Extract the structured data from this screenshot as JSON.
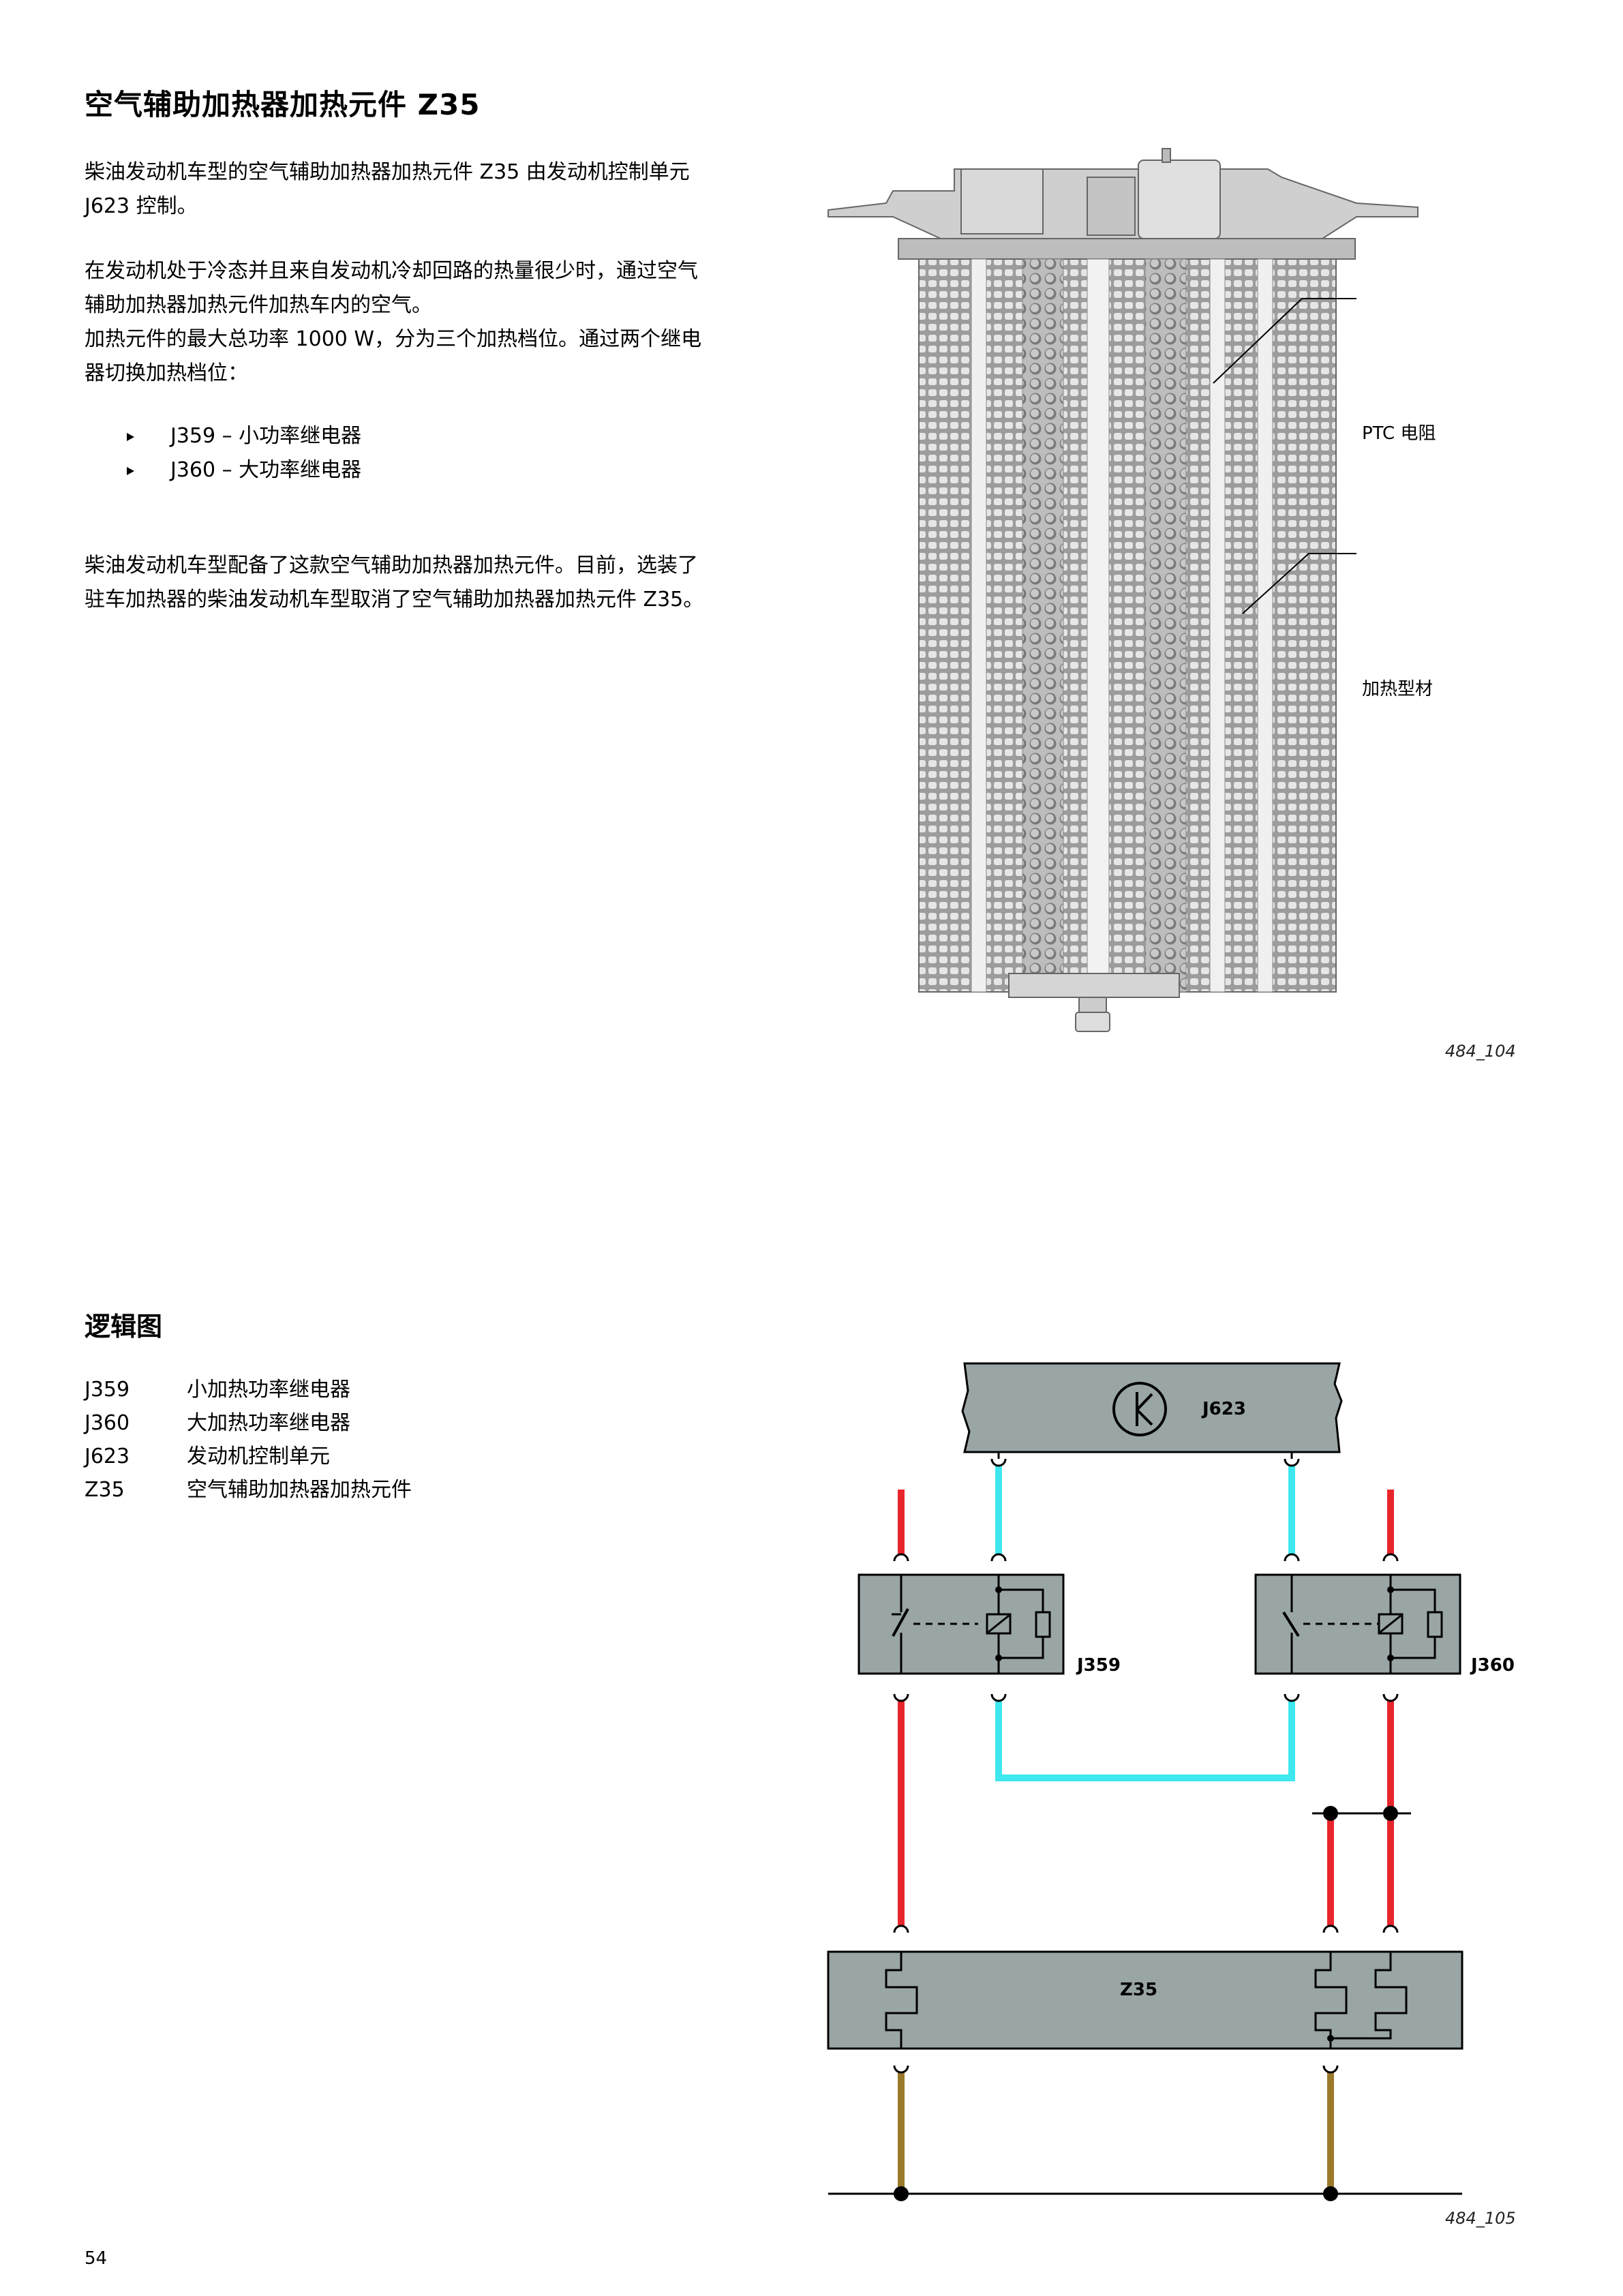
{
  "title": "空气辅助加热器加热元件 Z35",
  "intro": {
    "p1_line1": "柴油发动机车型的空气辅助加热器加热元件  Z35  由发动机控制单元",
    "p1_line2": "J623 控制。",
    "p2_line1": "在发动机处于冷态并且来自发动机冷却回路的热量很少时，通过空气",
    "p2_line2": "辅助加热器加热元件加热车内的空气。",
    "p3_line1": "加热元件的最大总功率  1000 W，分为三个加热档位。通过两个继电",
    "p3_line2": "器切换加热档位："
  },
  "bullets": [
    "J359 – 小功率继电器",
    "J360 – 大功率继电器"
  ],
  "closing": {
    "line1": "柴油发动机车型配备了这款空气辅助加热器加热元件。目前，选装了",
    "line2": "驻车加热器的柴油发动机车型取消了空气辅助加热器加热元件 Z35。"
  },
  "figure1": {
    "callout_ptc": "PTC 电阻",
    "callout_profile": "加热型材",
    "figure_id": "484_104"
  },
  "logic": {
    "heading": "逻辑图",
    "legend": [
      {
        "code": "J359",
        "desc": "小加热功率继电器"
      },
      {
        "code": "J360",
        "desc": "大加热功率继电器"
      },
      {
        "code": "J623",
        "desc": "发动机控制单元"
      },
      {
        "code": "Z35",
        "desc": "空气辅助加热器加热元件"
      }
    ],
    "diagram": {
      "ecu_label": "J623",
      "relay1_label": "J359",
      "relay2_label": "J360",
      "heater_label": "Z35",
      "colors": {
        "power": "#e8252b",
        "control": "#3ee8ee",
        "ground": "#9a7a2a",
        "box": "#9aa5a5"
      }
    },
    "figure_id": "484_105"
  },
  "page_number": "54"
}
